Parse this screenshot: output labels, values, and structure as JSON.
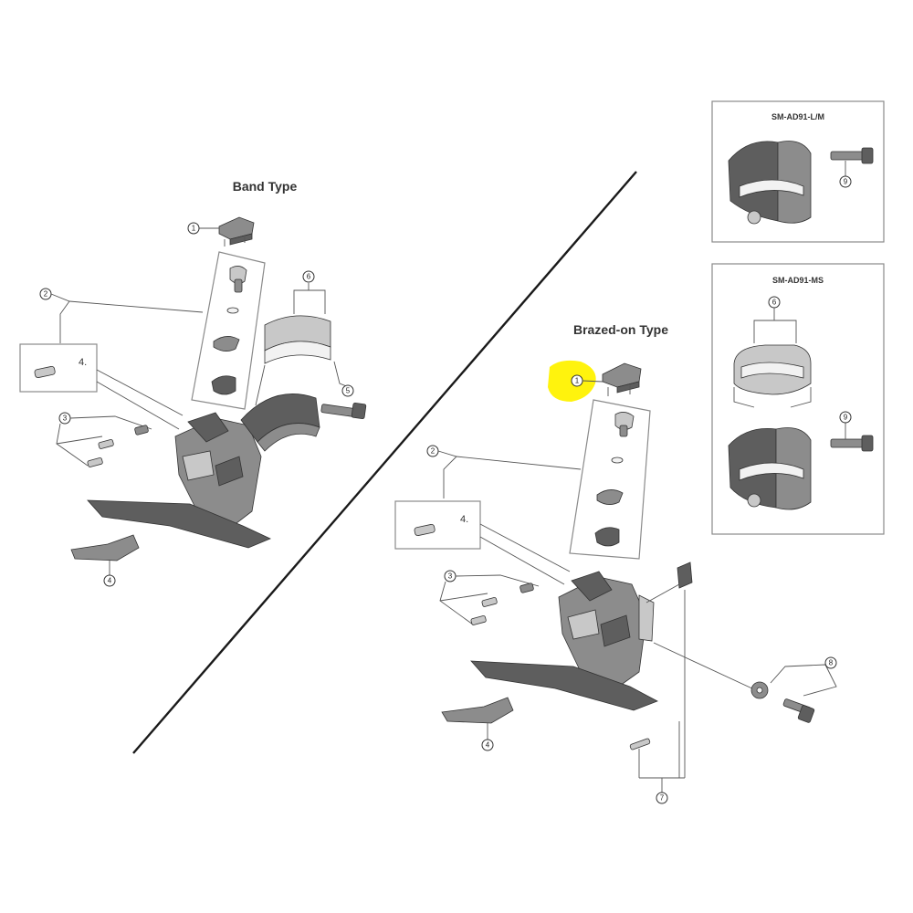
{
  "headings": {
    "band_type": "Band Type",
    "brazed_type": "Brazed-on Type",
    "box_upper": "SM-AD91-L/M",
    "box_lower": "SM-AD91-MS"
  },
  "callouts": {
    "band_1": "1",
    "band_2": "2",
    "band_3": "3",
    "band_4": "4",
    "band_5": "5",
    "band_6": "6",
    "band_4_small": "4",
    "brazed_1": "1",
    "brazed_2": "2",
    "brazed_3": "3",
    "brazed_4": "4",
    "brazed_4_small": "4",
    "brazed_7": "7",
    "brazed_8": "8",
    "box_upper_9": "9",
    "box_lower_6": "6",
    "box_lower_9": "9"
  },
  "colors": {
    "highlight": "#fff200",
    "divider": "#1a1a1a",
    "box_border": "#8a8a8a"
  }
}
